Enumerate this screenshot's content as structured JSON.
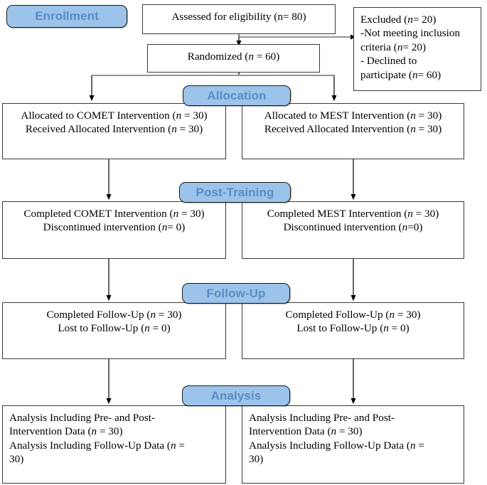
{
  "diagram": {
    "title": "CONSORT participant flow diagram",
    "type": "flowchart",
    "colors": {
      "stage_fill": "#9cc3ea",
      "stage_text": "#5b8cc4",
      "box_border": "#3a3a3a",
      "background": "#ffffff",
      "arrow": "#000000"
    }
  },
  "stages": {
    "enrollment": "Enrollment",
    "allocation": "Allocation",
    "post_training": "Post-Training",
    "follow_up": "Follow-Up",
    "analysis": "Analysis"
  },
  "boxes": {
    "assessed": {
      "line1": "Assessed for eligibility (n= 80)"
    },
    "randomized": {
      "line1_a": "Randomized (",
      "line1_n": "n",
      "line1_b": " = 60)"
    },
    "excluded": {
      "l1_a": "Excluded (",
      "l1_n": "n",
      "l1_b": "= 20)",
      "l2": "-Not meeting inclusion",
      "l3_a": "criteria (",
      "l3_n": "n",
      "l3_b": "= 20)",
      "l4": "- Declined to",
      "l5_a": "participate (",
      "l5_n": "n",
      "l5_b": "= 60)"
    },
    "alloc_left": {
      "l1_a": "Allocated to COMET Intervention (",
      "l1_n": "n",
      "l1_b": " = 30)",
      "l2_a": "Received Allocated Intervention (",
      "l2_n": "n",
      "l2_b": " = 30)"
    },
    "alloc_right": {
      "l1_a": "Allocated to MEST Intervention (",
      "l1_n": "n",
      "l1_b": " = 30)",
      "l2_a": "Received Allocated Intervention (",
      "l2_n": "n",
      "l2_b": " = 30)"
    },
    "post_left": {
      "l1_a": "Completed COMET Intervention (",
      "l1_n": "n",
      "l1_b": " = 30)",
      "l2_a": "Discontinued intervention (",
      "l2_n": "n",
      "l2_b": "= 0)"
    },
    "post_right": {
      "l1_a": "Completed MEST Intervention (",
      "l1_n": "n",
      "l1_b": " = 30)",
      "l2_a": "Discontinued intervention (",
      "l2_n": "n",
      "l2_b": "=0)"
    },
    "follow_left": {
      "l1_a": "Completed Follow-Up (",
      "l1_n": "n",
      "l1_b": " = 30)",
      "l2_a": "Lost to Follow-Up (",
      "l2_n": "n",
      "l2_b": " = 0)"
    },
    "follow_right": {
      "l1_a": "Completed Follow-Up (",
      "l1_n": "n",
      "l1_b": " = 30)",
      "l2_a": "Lost to Follow-Up (",
      "l2_n": "n",
      "l2_b": " = 0)"
    },
    "analysis_left": {
      "l1": "Analysis Including Pre- and Post-",
      "l2_a": "Intervention Data (",
      "l2_n": "n",
      "l2_b": " = 30)",
      "l3_a": "Analysis Including Follow-Up Data (",
      "l3_n": "n",
      "l3_b": " =",
      "l4": "30)"
    },
    "analysis_right": {
      "l1": "Analysis Including Pre- and Post-",
      "l2_a": "Intervention Data (",
      "l2_n": "n",
      "l2_b": " = 30)",
      "l3_a": "Analysis Including Follow-Up Data (",
      "l3_n": "n",
      "l3_b": " =",
      "l4": "30)"
    }
  },
  "flow_data": {
    "assessed_for_eligibility": 80,
    "excluded_total": 20,
    "excluded_not_meeting_criteria": 20,
    "excluded_declined": 60,
    "randomized": 60,
    "arms": [
      {
        "name": "COMET",
        "allocated": 30,
        "received_allocated": 30,
        "completed_intervention": 30,
        "discontinued": 0,
        "completed_follow_up": 30,
        "lost_to_follow_up": 0,
        "analysis_pre_post": 30,
        "analysis_follow_up": 30
      },
      {
        "name": "MEST",
        "allocated": 30,
        "received_allocated": 30,
        "completed_intervention": 30,
        "discontinued": 0,
        "completed_follow_up": 30,
        "lost_to_follow_up": 0,
        "analysis_pre_post": 30,
        "analysis_follow_up": 30
      }
    ]
  }
}
